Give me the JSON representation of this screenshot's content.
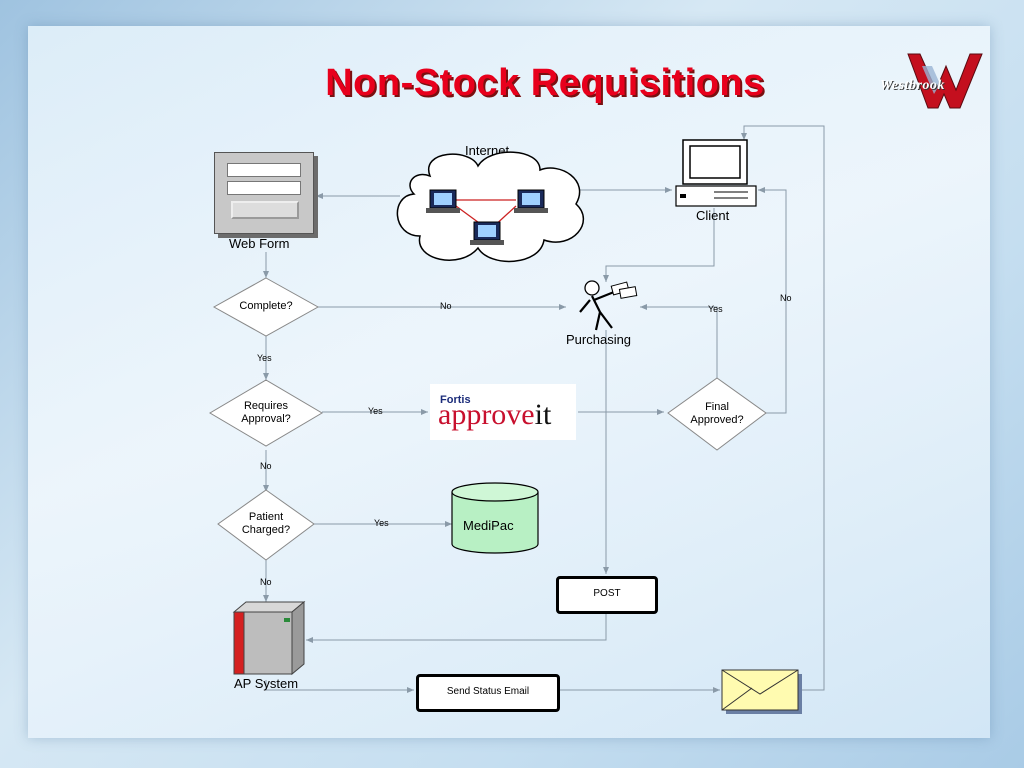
{
  "title": "Non-Stock Requisitions",
  "logo": {
    "text": "Westbrook",
    "color": "#cc1111"
  },
  "nodes": {
    "web_form": "Web Form",
    "internet": "Internet",
    "client": "Client",
    "purchasing": "Purchasing",
    "complete": "Complete?",
    "requires_approval_1": "Requires",
    "requires_approval_2": "Approval?",
    "approveit_brand": "Fortis",
    "approveit_word": "approve",
    "approveit_suffix": "it",
    "final_approved_1": "Final",
    "final_approved_2": "Approved?",
    "patient_charged_1": "Patient",
    "patient_charged_2": "Charged?",
    "medipac": "MediPac",
    "post": "POST",
    "ap_system": "AP System",
    "send_status_email": "Send Status Email"
  },
  "edges": {
    "complete_no": "No",
    "complete_yes": "Yes",
    "requires_yes": "Yes",
    "requires_no": "No",
    "patient_yes": "Yes",
    "patient_no": "No",
    "final_yes": "Yes",
    "final_no": "No"
  },
  "colors": {
    "title": "#e8001c",
    "diamond_fill": "#ffffff",
    "db_fill": "#b8f0c4",
    "line": "#8a9aa8"
  }
}
